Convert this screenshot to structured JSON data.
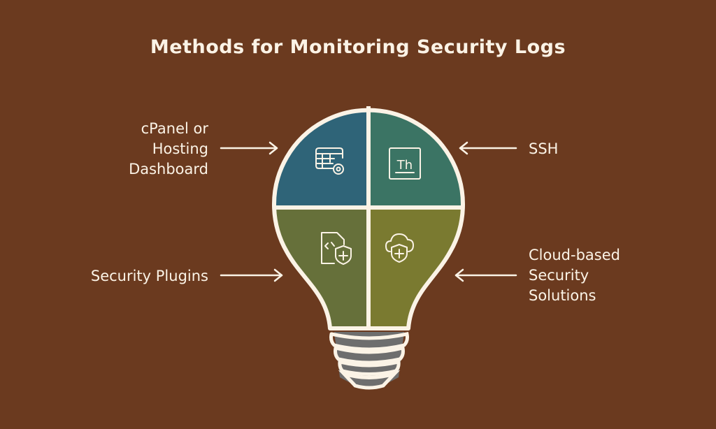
{
  "title": "Methods for Monitoring Security Logs",
  "colors": {
    "background": "#6b3a1f",
    "q1": "#2f6478",
    "q2": "#3b7464",
    "q3": "#66703a",
    "q4": "#7a7a30",
    "stroke": "#fbf3e6",
    "base": "#6e6e6e"
  },
  "methods": [
    {
      "label": "cPanel or Hosting Dashboard",
      "line1": "cPanel or",
      "line2": "Hosting",
      "line3": "Dashboard",
      "icon": "table-gear-icon"
    },
    {
      "label": "SSH",
      "icon": "terminal-th-icon",
      "icon_text": "Th"
    },
    {
      "label": "Security Plugins",
      "icon": "code-file-shield-icon"
    },
    {
      "label": "Cloud-based Security Solutions",
      "line1": "Cloud-based",
      "line2": "Security",
      "line3": "Solutions",
      "icon": "cloud-shield-icon"
    }
  ]
}
